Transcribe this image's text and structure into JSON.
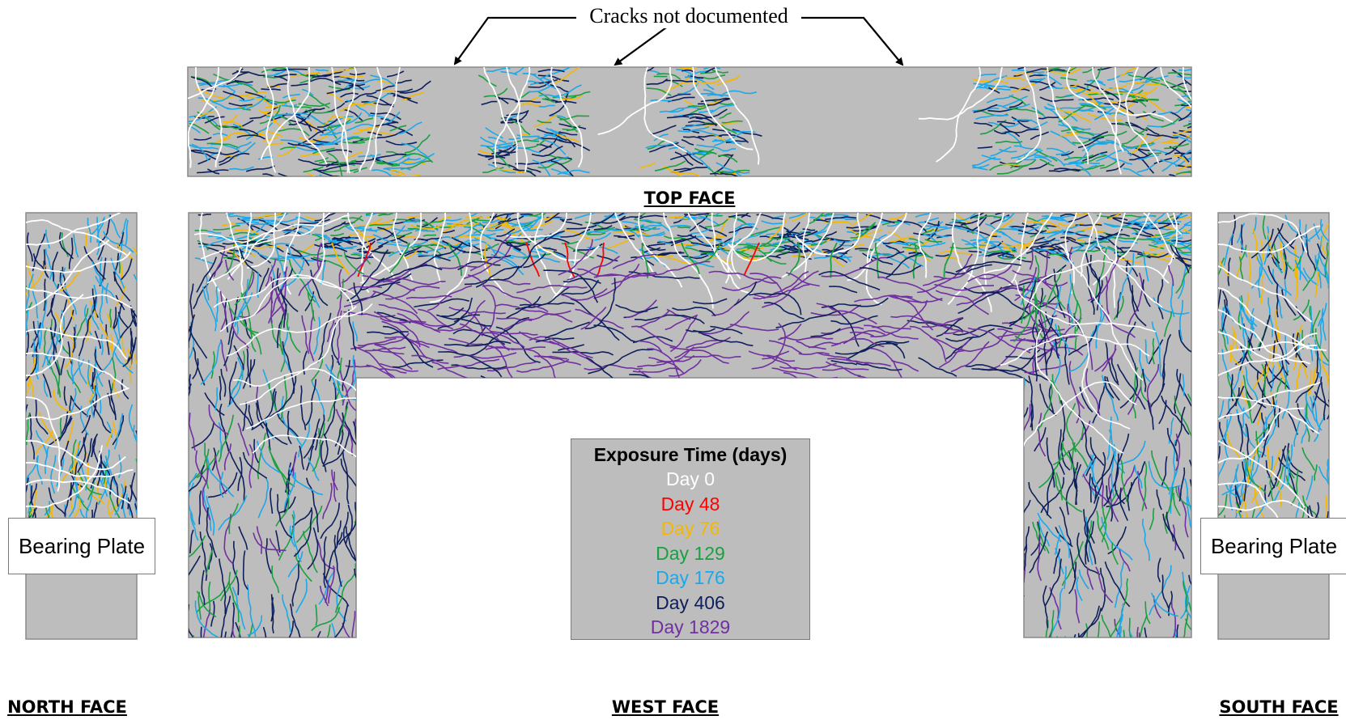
{
  "callout": {
    "text": "Cracks not documented"
  },
  "faces": {
    "top": "TOP FACE",
    "north": "NORTH FACE",
    "west": "WEST FACE",
    "south": "SOUTH FACE"
  },
  "bearing_plate": {
    "left": "Bearing Plate",
    "right": "Bearing Plate"
  },
  "legend": {
    "title": "Exposure Time (days)",
    "items": [
      {
        "label": "Day 0",
        "color": "#ffffff"
      },
      {
        "label": "Day 48",
        "color": "#ff0000"
      },
      {
        "label": "Day 76",
        "color": "#f5b700"
      },
      {
        "label": "Day 129",
        "color": "#1aa040"
      },
      {
        "label": "Day 176",
        "color": "#1ca8e8"
      },
      {
        "label": "Day 406",
        "color": "#0e1f5c"
      },
      {
        "label": "Day 1829",
        "color": "#7030a0"
      }
    ]
  },
  "concrete_color": "#bdbdbd"
}
